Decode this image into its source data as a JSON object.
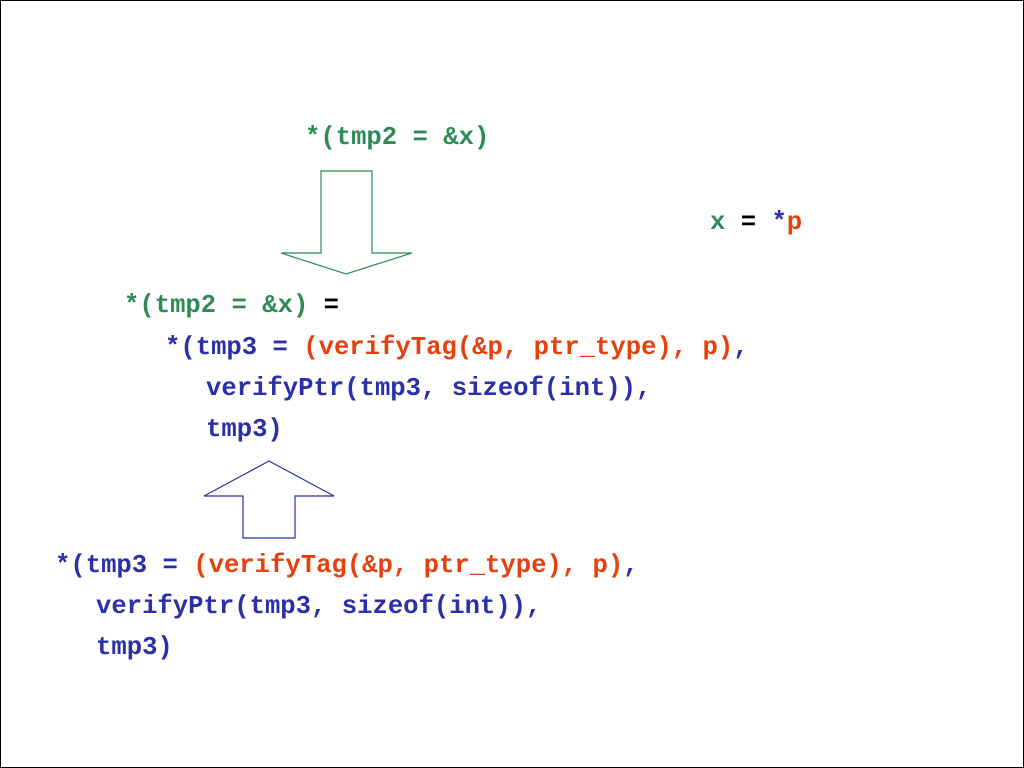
{
  "colors": {
    "green": "#2e8b57",
    "red": "#e8400c",
    "blue": "#2b2fa8",
    "black": "#000000",
    "arrow_down_stroke": "#2e8b57",
    "arrow_up_stroke": "#2b2fa8"
  },
  "top_expr": {
    "text": "*(tmp2 = &x)"
  },
  "source_stmt": {
    "x": "x",
    "eq": " = ",
    "star": "*",
    "p": "p"
  },
  "middle_block": {
    "line1_lhs": "*(tmp2 = &x)",
    "line1_eq": " =",
    "line2_prefix": "*(tmp3 = ",
    "line2_check": "(verifyTag(&p, ptr_type), p)",
    "line2_suffix": ",",
    "line3": "verifyPtr(tmp3, sizeof(int)),",
    "line4": "tmp3)"
  },
  "bottom_block": {
    "line1_prefix": "*(tmp3 = ",
    "line1_check": "(verifyTag(&p, ptr_type), p)",
    "line1_suffix": ",",
    "line2": "verifyPtr(tmp3, sizeof(int)),",
    "line3": "tmp3)"
  },
  "icons": {
    "down_arrow": "down-arrow-icon",
    "up_arrow": "up-arrow-icon"
  }
}
